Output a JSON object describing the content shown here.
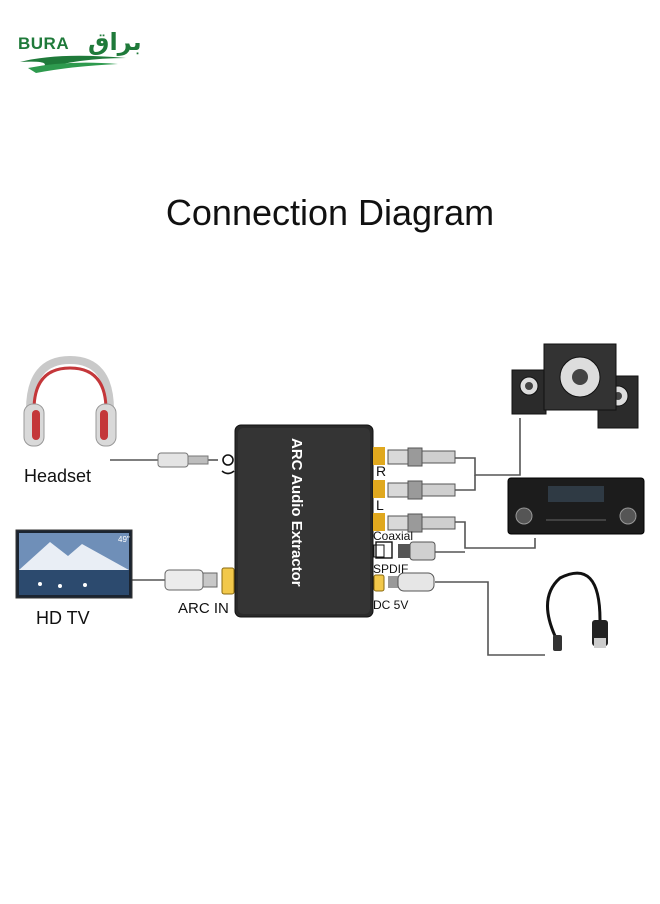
{
  "logo": {
    "latin": "BURA",
    "arabic": "براق"
  },
  "title": "Connection Diagram",
  "device": {
    "name": "ARC Audio Extractor"
  },
  "labels": {
    "headset": "Headset",
    "hdtv": "HD TV",
    "tv_size": "49\"",
    "arc_in": "ARC IN",
    "r": "R",
    "l": "L",
    "coaxial": "Coaxial",
    "spdif": "SPDIF",
    "dc5v": "DC 5V"
  },
  "colors": {
    "brand_green": "#1f7a3a",
    "device_body": "#2a2a2a",
    "gold_connector": "#e0a81e",
    "cable_line": "#555555"
  },
  "icons": [
    "headset-icon",
    "hdtv-icon",
    "speakers-icon",
    "av-receiver-icon",
    "usb-cable-icon",
    "headphone-jack-icon"
  ]
}
